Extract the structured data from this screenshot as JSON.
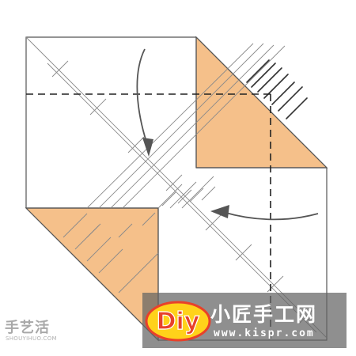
{
  "diagram": {
    "paper_color": "#ffffff",
    "fold_color": "#f5c08a",
    "line_color": "#555555",
    "crease_color": "#9a9a9a",
    "dash_color": "#222222",
    "arrow_color": "#555555"
  },
  "watermark": {
    "site_cn": "手艺活",
    "site_en": "SHOUYIHUO.COM"
  },
  "banner": {
    "logo_text": "Diy",
    "brand_name": "小匠手工网",
    "url": "www.kispr.com",
    "logo_yellow": "#ffd21a",
    "logo_red": "#e8412a"
  }
}
